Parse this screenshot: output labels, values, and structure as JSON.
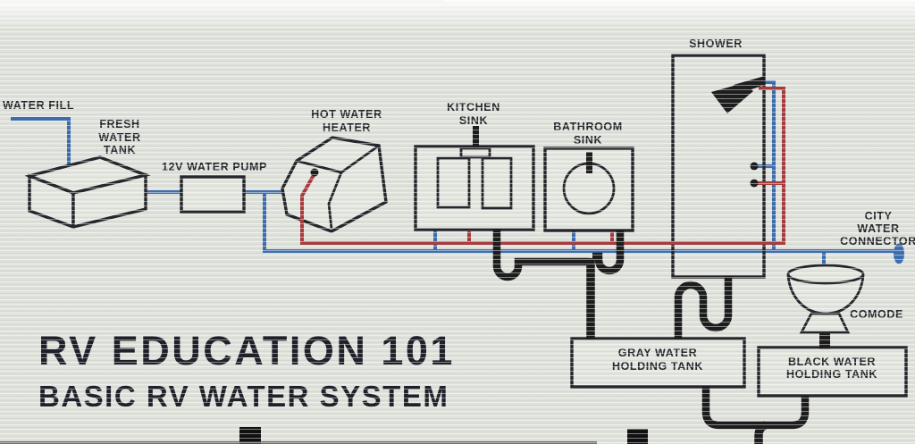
{
  "title": {
    "line1": "RV EDUCATION 101",
    "line2": "BASIC RV WATER SYSTEM"
  },
  "labels": {
    "water_fill": "WATER FILL",
    "fresh_water_tank": [
      "FRESH",
      "WATER",
      "TANK"
    ],
    "water_pump": "12V WATER PUMP",
    "hot_water_heater": [
      "HOT WATER",
      "HEATER"
    ],
    "kitchen_sink": [
      "KITCHEN",
      "SINK"
    ],
    "bathroom_sink": [
      "BATHROOM",
      "SINK"
    ],
    "shower": "SHOWER",
    "city_water_connector": [
      "CITY",
      "WATER",
      "CONNECTOR"
    ],
    "comode": "COMODE",
    "gray_water_tank": [
      "GRAY WATER",
      "HOLDING TANK"
    ],
    "black_water_tank": [
      "BLACK WATER",
      "HOLDING TANK"
    ]
  },
  "colors": {
    "cold_water": "#3e6eb0",
    "hot_water": "#a93c3f",
    "drain": "#1d1d1d",
    "ink": "#26262c",
    "sign": "#dfe2db"
  }
}
